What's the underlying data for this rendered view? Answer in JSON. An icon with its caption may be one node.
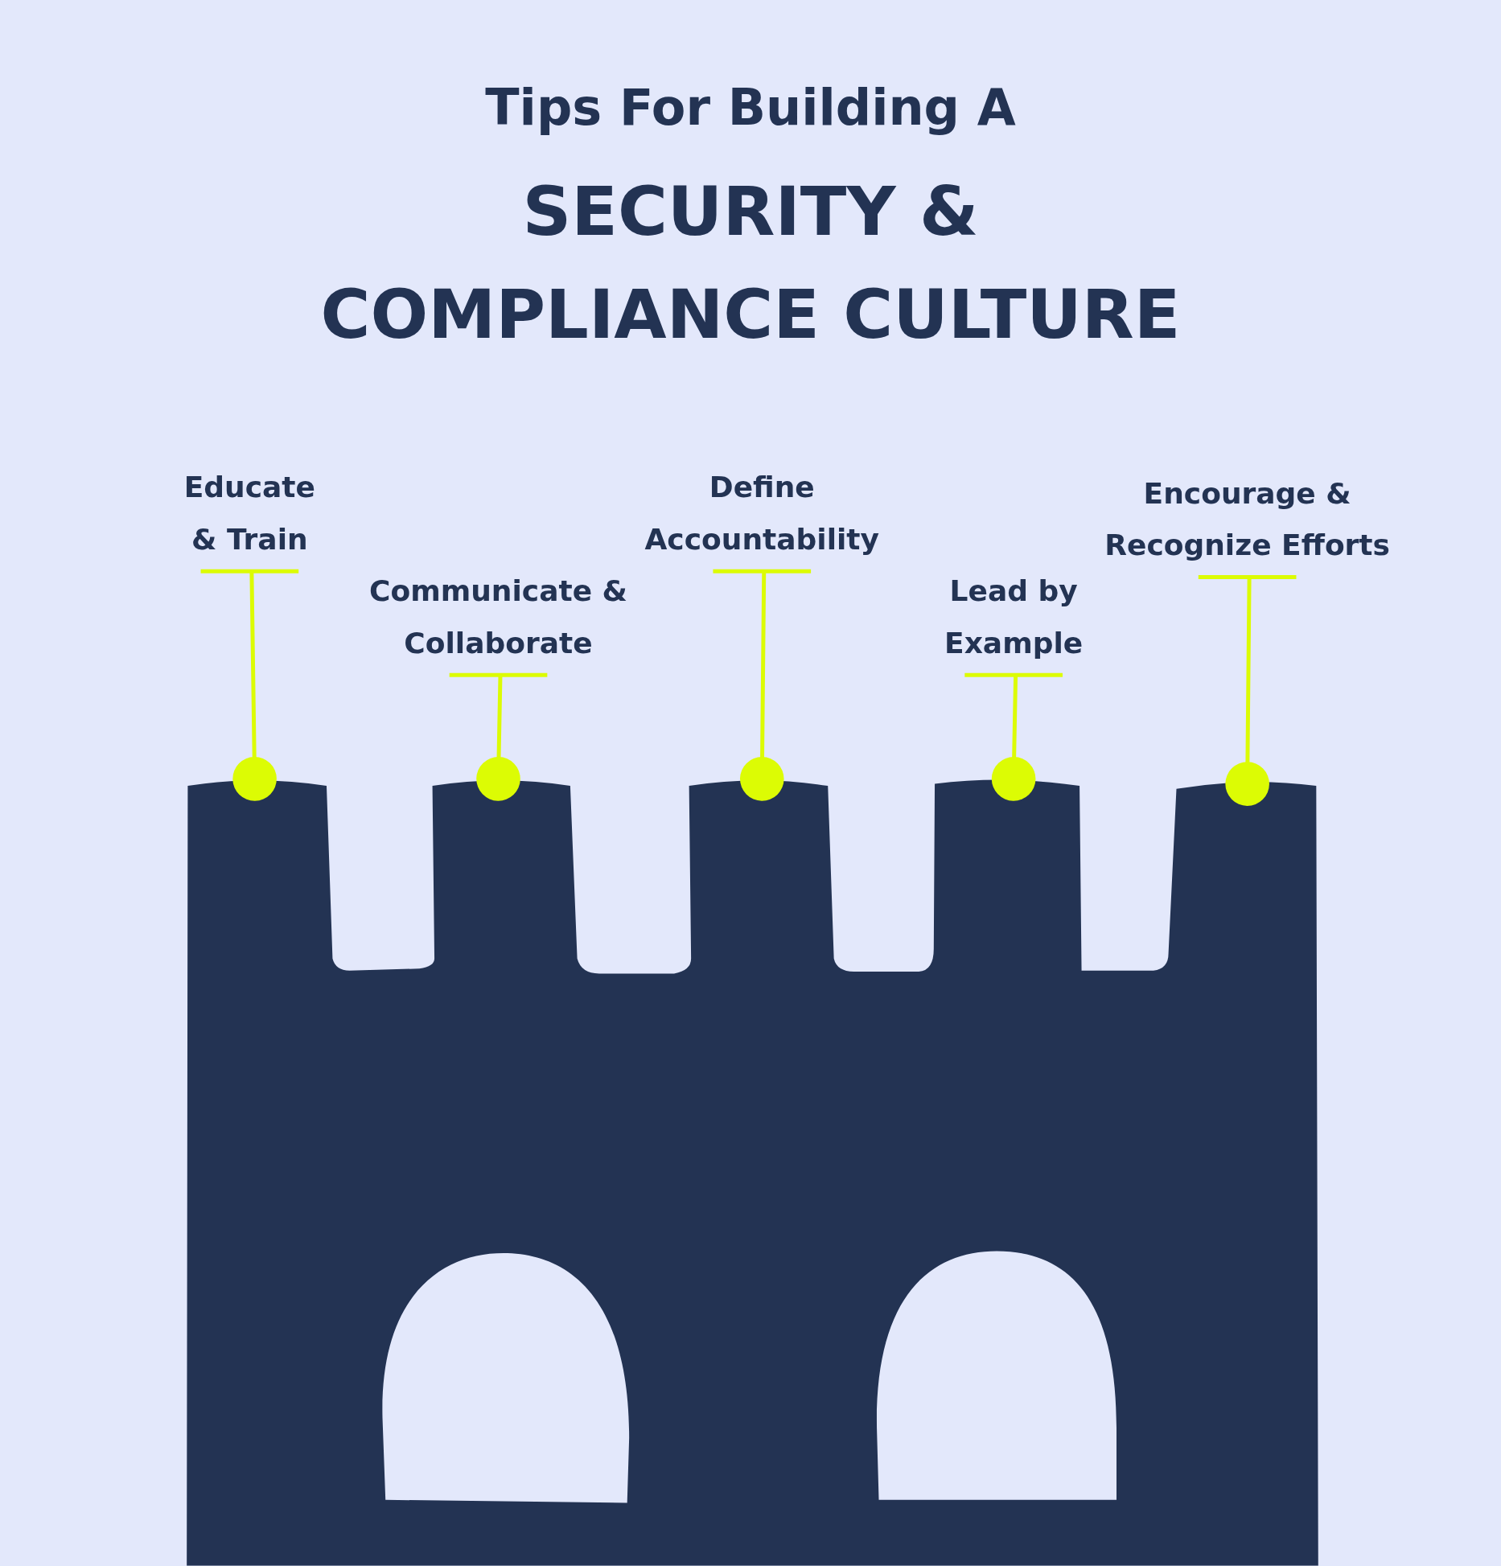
{
  "diagram": {
    "title": "Tips For Building A",
    "nodes": [
      {
        "text": [
          "Educate & Train"
        ]
      },
      {
        "text": [
          "Communicate & Collaborate"
        ]
      },
      {
        "text": [
          "Define Accountability"
        ]
      },
      {
        "text": [
          "Lead by Example"
        ]
      },
      {
        "text": [
          "Encourage & Recognize Efforts"
        ]
      }
    ],
    "edges": [
      {
        "from": 0,
        "to": null,
        "arrow": "other"
      },
      {
        "from": 1,
        "to": null,
        "arrow": "other"
      },
      {
        "from": 2,
        "to": null,
        "arrow": "other"
      },
      {
        "from": 3,
        "to": null,
        "arrow": "other"
      },
      {
        "from": 4,
        "to": null,
        "arrow": "other"
      }
    ],
    "labels": [
      "SECURITY & COMPLIANCE CULTURE"
    ]
  }
}
